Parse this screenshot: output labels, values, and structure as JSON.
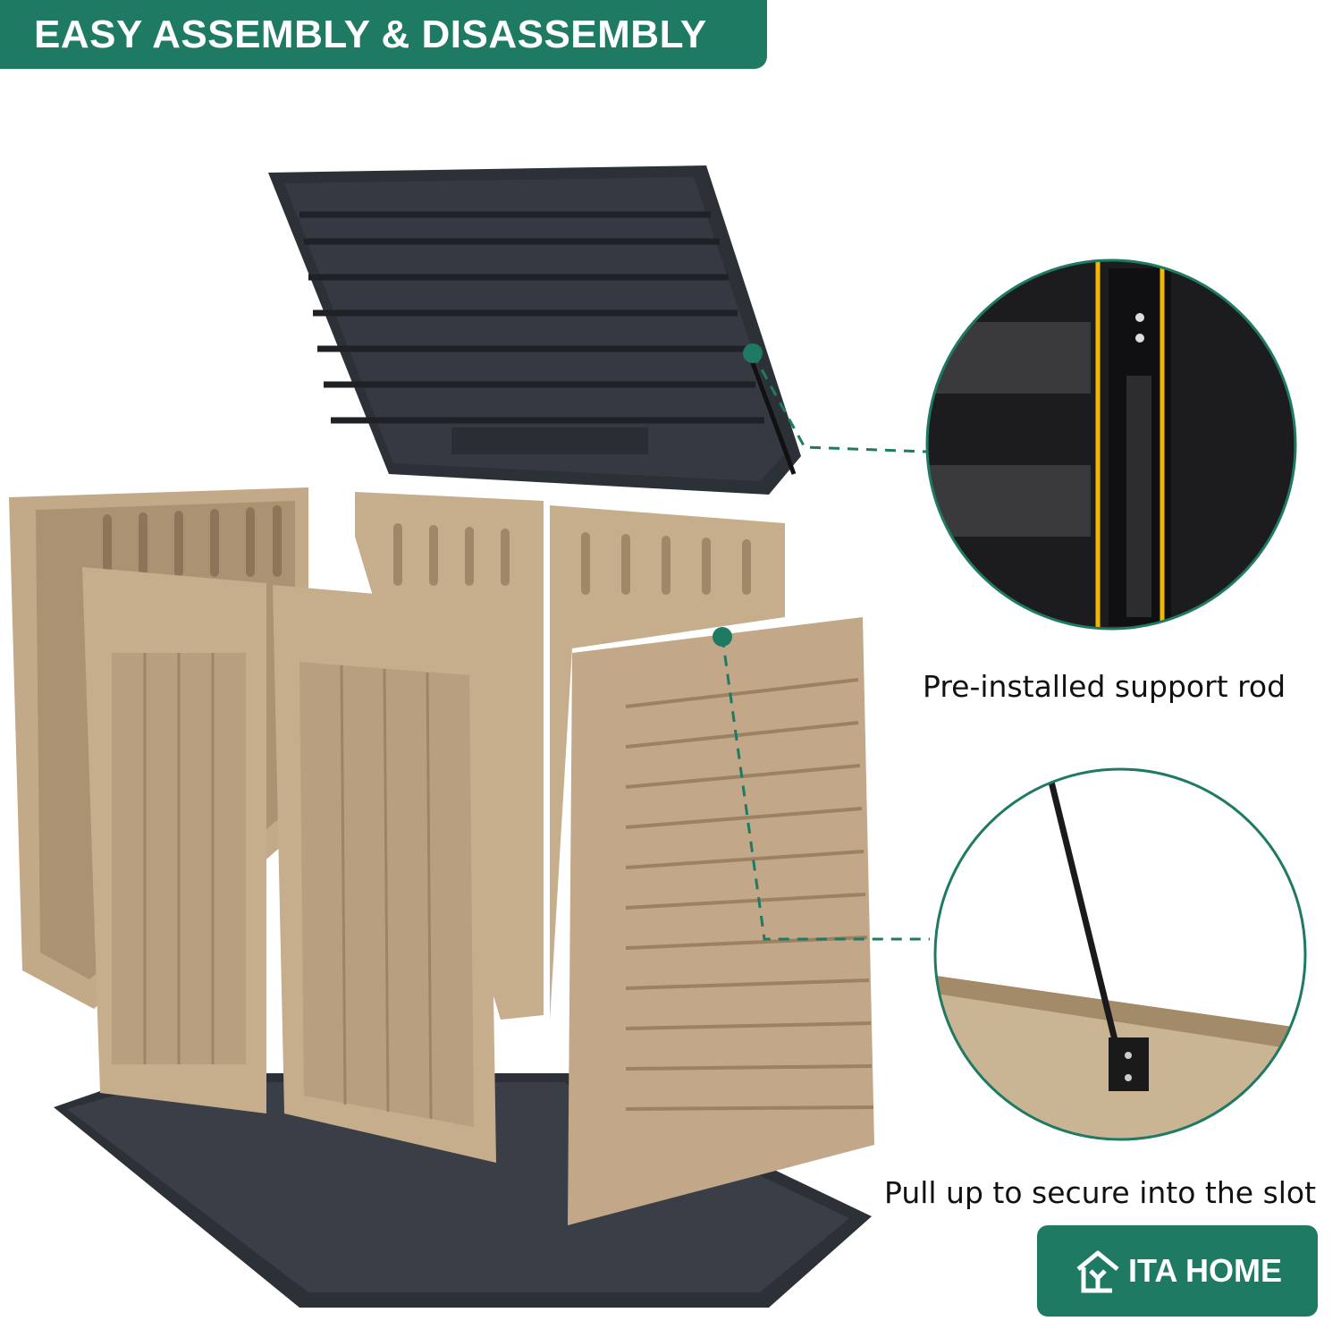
{
  "banner": {
    "title": "EASY ASSEMBLY & DISASSEMBLY"
  },
  "callouts": [
    {
      "label": "Pre-installed support rod"
    },
    {
      "label": "Pull up to secure into the slot"
    }
  ],
  "brand": {
    "name": "ITA HOME"
  },
  "colors": {
    "accent": "#1f7a63",
    "panel_tan": "#b79d7c",
    "lid_dark": "#2c3138",
    "rod_highlight": "#f2b705"
  }
}
